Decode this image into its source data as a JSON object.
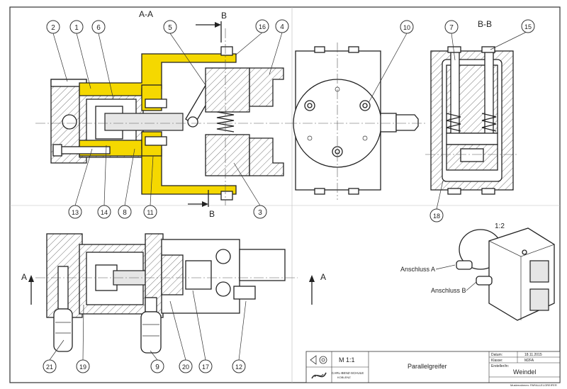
{
  "drawing": {
    "title": "Parallelgreifer",
    "scale": "M 1:1",
    "detail_scale": "1:2",
    "school": "CARL-BENZ-SCHULE",
    "school_city": "KOBLENZ",
    "datum_label": "Datum:",
    "datum_value": "18.11.2015",
    "klasse_label": "Klasse:",
    "klasse_value": "M2FA",
    "ersteller_label": "Ersteller/in:",
    "ersteller_value": "Weindel",
    "footer": "Musterrahmen: PARALLELGREIFER"
  },
  "section_labels": {
    "aa": "A-A",
    "bb": "B-B",
    "b": "B",
    "a": "A"
  },
  "port_labels": {
    "a": "Anschluss A",
    "b": "Anschluss B"
  },
  "colors": {
    "highlight_part": "#f5d800",
    "line": "#222222"
  },
  "balloons": {
    "b2": "2",
    "b1": "1",
    "b6": "6",
    "b5": "5",
    "b16": "16",
    "b4": "4",
    "b10": "10",
    "b7": "7",
    "b15": "15",
    "b13": "13",
    "b14": "14",
    "b8": "8",
    "b11": "11",
    "b3": "3",
    "b18": "18",
    "b21": "21",
    "b19": "19",
    "b9": "9",
    "b20": "20",
    "b17": "17",
    "b12": "12"
  }
}
